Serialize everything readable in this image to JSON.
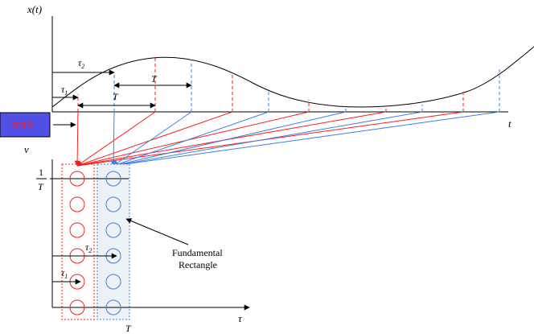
{
  "labels": {
    "x_of_t": "x(t)",
    "t_axis": "t",
    "nu_axis": "ν",
    "tau_axis": "τ",
    "one": "1",
    "T": "T",
    "tau1": "τ",
    "tau1_sub": "1",
    "tau2": "τ",
    "tau2_sub": "2",
    "dtft": "DTFT",
    "fundamental_line1": "Fundamental",
    "fundamental_line2": "Rectangle"
  },
  "colors": {
    "red": "#ff1a1a",
    "blue": "#3a7fe6",
    "dtft_fill": "#5050e6",
    "rect_fill": "#eef1f6"
  }
}
